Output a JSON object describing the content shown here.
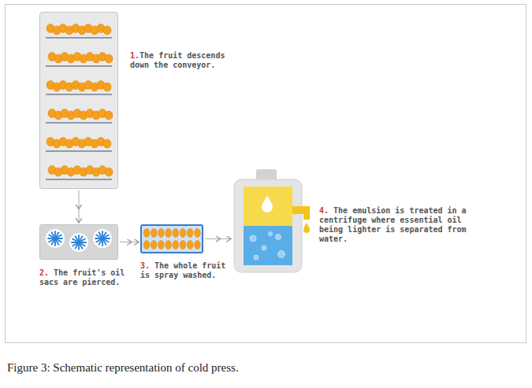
{
  "diagram": {
    "caption": "Figure 3: Schematic representation of cold press.",
    "nodes": [
      {
        "text": [
          "1.",
          "The fruit descends down the conveyor."
        ]
      },
      {
        "text": [
          "2.",
          "The fruit's oil sacs are pierced."
        ]
      },
      {
        "text": [
          "3.",
          "The whole fruit is spray washed."
        ]
      },
      {
        "text": [
          "4.",
          "The emulsion is treated in a centrifuge where essential oil being lighter is separated from water."
        ]
      }
    ],
    "edges": [
      {
        "from": 0,
        "to": 1,
        "arrow": "to"
      },
      {
        "from": 1,
        "to": 2,
        "arrow": "to"
      },
      {
        "from": 2,
        "to": 3,
        "arrow": "to"
      }
    ]
  }
}
